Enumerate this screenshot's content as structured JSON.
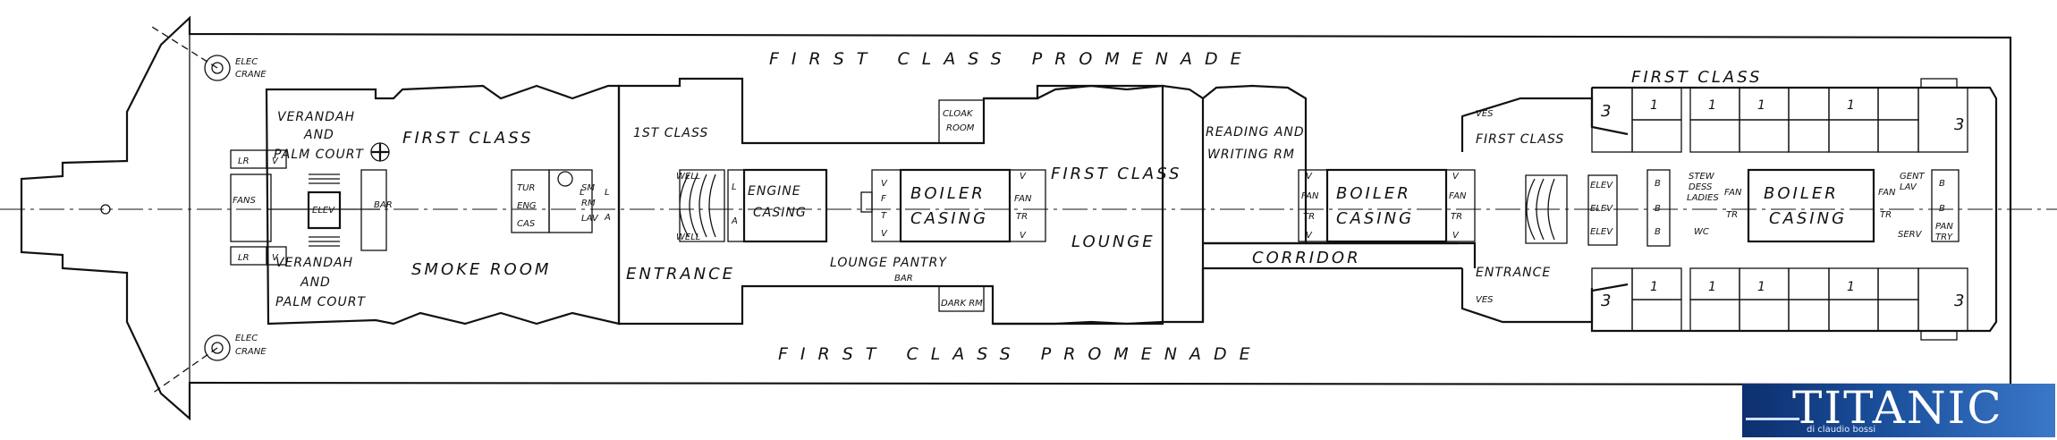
{
  "labels": {
    "elec_crane": [
      "ELEC",
      "CRANE"
    ],
    "promenade_top": "FIRST  CLASS  PROMENADE",
    "promenade_bottom": "FIRST  CLASS  PROMENADE",
    "verandah": [
      "VERANDAH",
      "AND",
      "PALM COURT"
    ],
    "lr": "LR",
    "v": "V",
    "fans": "FANS",
    "elev": "ELEV",
    "bar": "BAR",
    "first_class": "FIRST  CLASS",
    "smoke_room": "SMOKE  ROOM",
    "tur_eng_cas": [
      "TUR",
      "ENG",
      "CAS"
    ],
    "l": "L",
    "sm_rm_lav": [
      "SM",
      "RM",
      "LAV"
    ],
    "a": "A",
    "first_class_entrance_top": "1ST CLASS",
    "entrance": "ENTRANCE",
    "well": "WELL",
    "engine_casing": [
      "ENGINE",
      "CASING"
    ],
    "f": "F",
    "t": "T",
    "boiler_casing": [
      "BOILER",
      "CASING"
    ],
    "fan": "FAN",
    "tr": "TR",
    "cloak_room": [
      "CLOAK",
      "ROOM"
    ],
    "lounge_pantry": "LOUNGE PANTRY",
    "dark_rm": "DARK RM",
    "lounge": "LOUNGE",
    "reading_writing": [
      "READING  AND",
      "WRITING  RM"
    ],
    "corridor": "CORRIDOR",
    "first_class_right": "FIRST CLASS",
    "entrance_right": "ENTRANCE",
    "ves": "VES",
    "three": "3",
    "one": "1",
    "b": "B",
    "stew_dess": [
      "STEW",
      "DESS",
      "LADIES"
    ],
    "wc": "WC",
    "gent_lav": [
      "GENT",
      "LAV"
    ],
    "serv": "SERV",
    "pantry": [
      "PAN",
      "TRY"
    ]
  },
  "badge": {
    "title": "TITANIC",
    "subtitle": "di claudio bossi",
    "color": "#1a4f9c"
  }
}
